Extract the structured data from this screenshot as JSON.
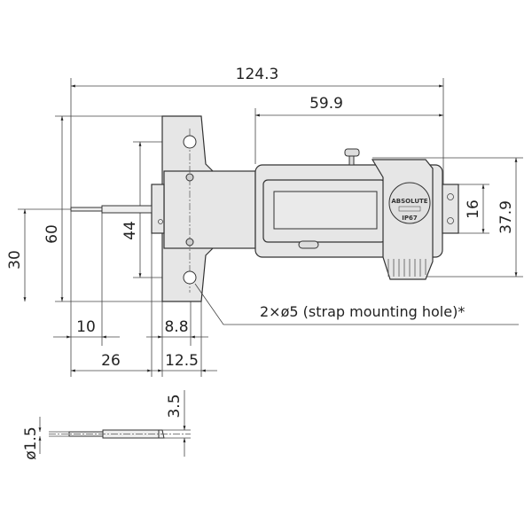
{
  "dimensions": {
    "overall_length": "124.3",
    "body_length": "59.9",
    "base_height": "60",
    "rod_height": "30",
    "hole_pitch": "44",
    "block_height": "16",
    "body_height": "37.9",
    "rod_offset": "10",
    "hole_offset": "8.8",
    "rod_length": "26",
    "base_thickness": "12.5",
    "tip_length": "3.5",
    "tip_diameter": "ø1.5"
  },
  "annotation": "2×ø5 (strap mounting hole)*",
  "logo": {
    "brand": "ABSOLUTE",
    "rating": "IP67"
  },
  "colors": {
    "part_fill": "#e6e6e6",
    "line": "#333333"
  }
}
